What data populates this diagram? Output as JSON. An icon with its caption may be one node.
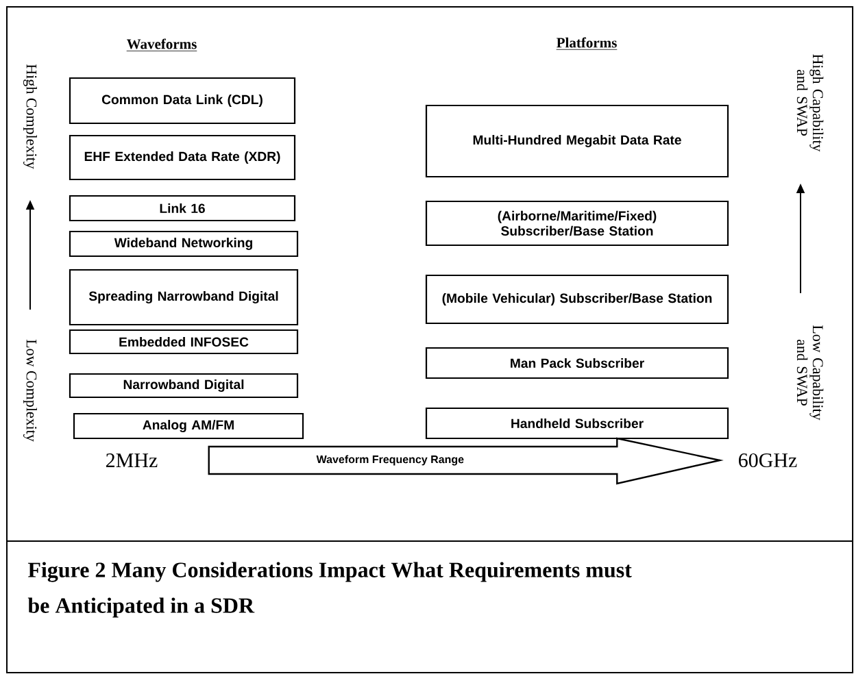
{
  "diagram": {
    "caption": "Figure 2 Many Considerations Impact What Requirements must be Anticipated in a SDR",
    "nodes": [
      {
        "text": [
          "Common Data Link (CDL)"
        ]
      },
      {
        "text": [
          "EHF Extended Data Rate (XDR)"
        ]
      },
      {
        "text": [
          "Link 16"
        ]
      },
      {
        "text": [
          "Wideband Networking"
        ]
      },
      {
        "text": [
          "Spreading Narrowband Digital"
        ]
      },
      {
        "text": [
          "Embedded INFOSEC"
        ]
      },
      {
        "text": [
          "Narrowband Digital"
        ]
      },
      {
        "text": [
          "Analog AM/FM"
        ]
      },
      {
        "text": [
          "Multi-Hundred Megabit Data Rate"
        ]
      },
      {
        "text": [
          "(Airborne/Maritime/Fixed) Subscriber/Base Station"
        ]
      },
      {
        "text": [
          "(Mobile Vehicular) Subscriber/Base Station"
        ]
      },
      {
        "text": [
          "Man Pack Subscriber"
        ]
      },
      {
        "text": [
          "Handheld Subscriber"
        ]
      },
      {
        "text": [
          "2MHz"
        ]
      },
      {
        "text": [
          "60GHz"
        ]
      }
    ],
    "edges": [
      {
        "from": 13,
        "to": 14,
        "arrow": "to",
        "label": "Waveform Frequency Range",
        "style": "thick"
      }
    ],
    "labels": [
      "Waveforms",
      "Platforms",
      "High Complexity",
      "Low Complexity",
      "High Capability and SWAP",
      "Low Capability and SWAP"
    ]
  }
}
